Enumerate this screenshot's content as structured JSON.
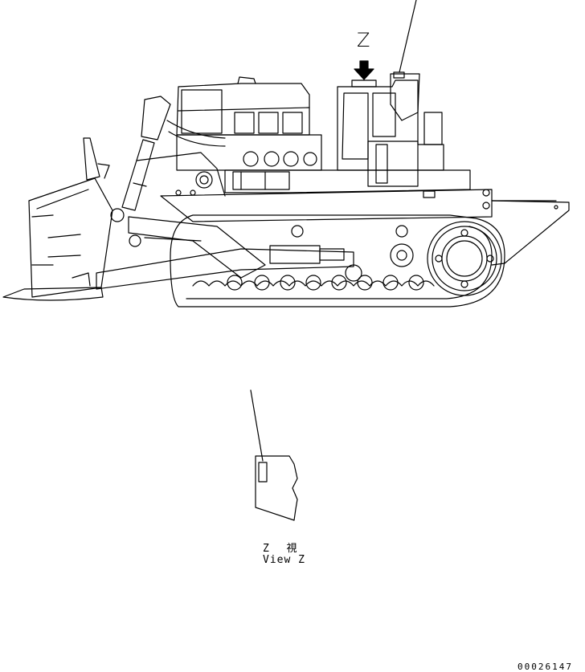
{
  "callout": {
    "view_letter": "Z",
    "view_caption_jp": "Z  視",
    "view_caption_en": "View Z"
  },
  "drawing_number": "00026147",
  "colors": {
    "line": "#000000",
    "background": "#ffffff"
  }
}
